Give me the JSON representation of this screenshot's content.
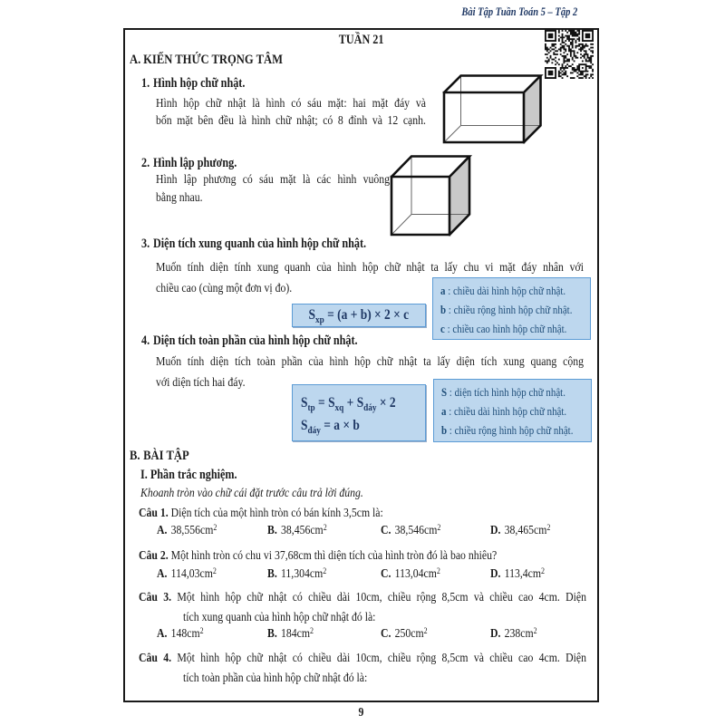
{
  "header": {
    "title": "Bài Tập Tuần Toán 5 – Tập 2"
  },
  "week_title": "TUẦN 21",
  "page_number": "9",
  "colors": {
    "navy": "#1f3864",
    "legend_text": "#1f4e79",
    "box_fill": "#bdd7ee",
    "box_border": "#5b9bd5"
  },
  "section_a": {
    "label": "A.",
    "title": "KIẾN THỨC TRỌNG TÂM",
    "items": [
      {
        "num": "1.",
        "heading": "Hình hộp chữ nhật.",
        "body_lines": [
          "Hình hộp chữ nhật là hình có sáu mặt: hai mặt đáy và",
          "bốn mặt bên đều là hình chữ nhật; có 8 đỉnh và 12 cạnh."
        ]
      },
      {
        "num": "2.",
        "heading": "Hình lập phương.",
        "body_lines": [
          "Hình lập phương có sáu mặt là các hình vuông",
          "bằng nhau."
        ]
      },
      {
        "num": "3.",
        "heading": "Diện tích xung quanh của hình hộp chữ nhật.",
        "body_lines": [
          "Muốn tính diện tính xung quanh của hình hộp chữ nhật ta lấy chu vi mặt đáy nhân với",
          "chiều cao (cùng một đơn vị đo)."
        ],
        "formula": "S_{xp} = (a + b) × 2 × c",
        "legend": [
          {
            "key": "a",
            "desc": "chiều dài hình hộp chữ nhật."
          },
          {
            "key": "b",
            "desc": "chiều rộng hình hộp chữ nhật."
          },
          {
            "key": "c",
            "desc": "chiều cao hình hộp chữ nhật."
          }
        ]
      },
      {
        "num": "4.",
        "heading": "Diện tích toàn phần của hình hộp chữ nhật.",
        "body_lines": [
          "Muốn tính diện tích toàn phần của hình hộp chữ nhật ta lấy diện tích xung quang cộng",
          "với diện tích hai đáy."
        ],
        "formulas": [
          "S_{tp} = S_{xq} + S_{đáy} × 2",
          "S_{đáy} = a × b"
        ],
        "legend": [
          {
            "key": "S",
            "desc": "diện tích hình hộp chữ nhật."
          },
          {
            "key": "a",
            "desc": "chiều dài hình hộp chữ nhật."
          },
          {
            "key": "b",
            "desc": "chiều rộng hình hộp chữ nhật."
          }
        ]
      }
    ]
  },
  "section_b": {
    "label": "B.",
    "title": "BÀI TẬP",
    "part": {
      "label": "I.",
      "title": "Phần trắc nghiệm."
    },
    "instruction": "Khoanh tròn vào chữ cái đặt trước câu trả lời đúng.",
    "questions": [
      {
        "label": "Câu 1.",
        "lines": [
          "Diện tích của một hình tròn có bán kính 3,5cm là:"
        ],
        "options": [
          {
            "letter": "A.",
            "value": "38,556cm^{2}"
          },
          {
            "letter": "B.",
            "value": "38,456cm^{2}"
          },
          {
            "letter": "C.",
            "value": "38,546cm^{2}"
          },
          {
            "letter": "D.",
            "value": "38,465cm^{2}"
          }
        ]
      },
      {
        "label": "Câu 2.",
        "lines": [
          "Một hình tròn có chu vi 37,68cm thì diện tích của hình tròn đó là bao nhiêu?"
        ],
        "options": [
          {
            "letter": "A.",
            "value": "114,03cm^{2}"
          },
          {
            "letter": "B.",
            "value": "11,304cm^{2}"
          },
          {
            "letter": "C.",
            "value": "113,04cm^{2}"
          },
          {
            "letter": "D.",
            "value": "113,4cm^{2}"
          }
        ]
      },
      {
        "label": "Câu 3.",
        "lines": [
          "Một hình hộp chữ nhật có chiều dài 10cm, chiều rộng 8,5cm và chiều cao 4cm. Diện",
          "tích xung quanh của hình hộp chữ nhật đó là:"
        ],
        "options": [
          {
            "letter": "A.",
            "value": "148cm^{2}"
          },
          {
            "letter": "B.",
            "value": "184cm^{2}"
          },
          {
            "letter": "C.",
            "value": "250cm^{2}"
          },
          {
            "letter": "D.",
            "value": "238cm^{2}"
          }
        ]
      },
      {
        "label": "Câu 4.",
        "lines": [
          "Một hình hộp chữ nhật có chiều dài 10cm, chiều rộng 8,5cm và chiều cao 4cm. Diện",
          "tích toàn phần của hình hộp chữ nhật đó là:"
        ],
        "options": []
      }
    ]
  }
}
